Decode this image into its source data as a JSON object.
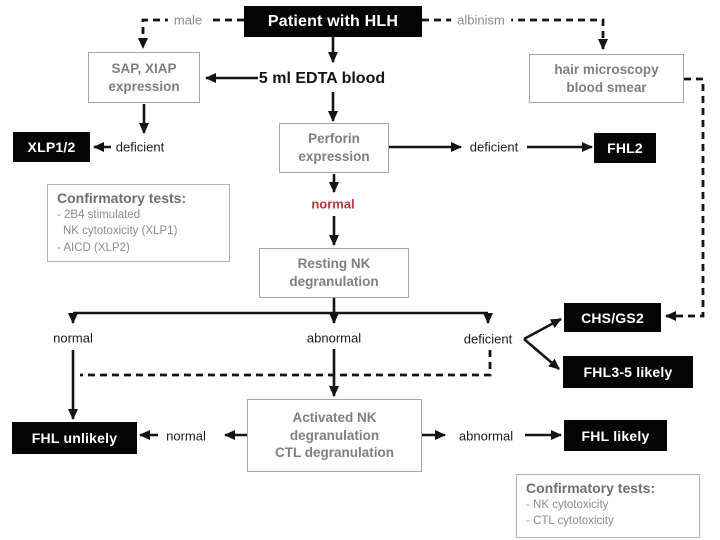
{
  "title": "HLH diagnostic flowchart",
  "colors": {
    "background": "#ffffff",
    "black_box": "#050505",
    "black_box_text": "#ffffff",
    "gray_box_border": "#a6a6a6",
    "gray_box_text": "#7f7f7f",
    "edge_label_black": "#1b1b1b",
    "edge_label_gray": "#8c8c8c",
    "edge_label_red": "#b23b3f",
    "line": "#141414"
  },
  "nodes": {
    "patient": {
      "label": "Patient with HLH"
    },
    "sap": {
      "line1": "SAP, XIAP",
      "line2": "expression"
    },
    "edta": {
      "label": "5 ml EDTA blood"
    },
    "hair": {
      "line1": "hair microscopy",
      "line2": "blood smear"
    },
    "perforin": {
      "line1": "Perforin",
      "line2": "expression"
    },
    "xlp": {
      "label": "XLP1/2"
    },
    "fhl2": {
      "label": "FHL2"
    },
    "confirm_left": {
      "heading": "Confirmatory tests:",
      "item1": "- 2B4 stimulated",
      "item2": "NK cytotoxicity (XLP1)",
      "item3": "- AICD (XLP2)"
    },
    "resting": {
      "line1": "Resting NK",
      "line2": "degranulation"
    },
    "chs": {
      "label": "CHS/GS2"
    },
    "fhl35": {
      "label": "FHL3-5 likely"
    },
    "activated": {
      "line1": "Activated NK",
      "line2": "degranulation",
      "line3": "CTL degranulation"
    },
    "fhl_unlikely": {
      "label": "FHL unlikely"
    },
    "fhl_likely": {
      "label": "FHL likely"
    },
    "confirm_right": {
      "heading": "Confirmatory tests:",
      "item1": "- NK cytotoxicity",
      "item2": "- CTL cytotoxicity"
    }
  },
  "edge_labels": {
    "male": "male",
    "albinism": "albinism",
    "sap_deficient": "deficient",
    "perforin_deficient": "deficient",
    "perforin_normal": "normal",
    "resting_normal": "normal",
    "resting_abnormal": "abnormal",
    "resting_deficient": "deficient",
    "activated_normal": "normal",
    "activated_abnormal": "abnormal"
  }
}
